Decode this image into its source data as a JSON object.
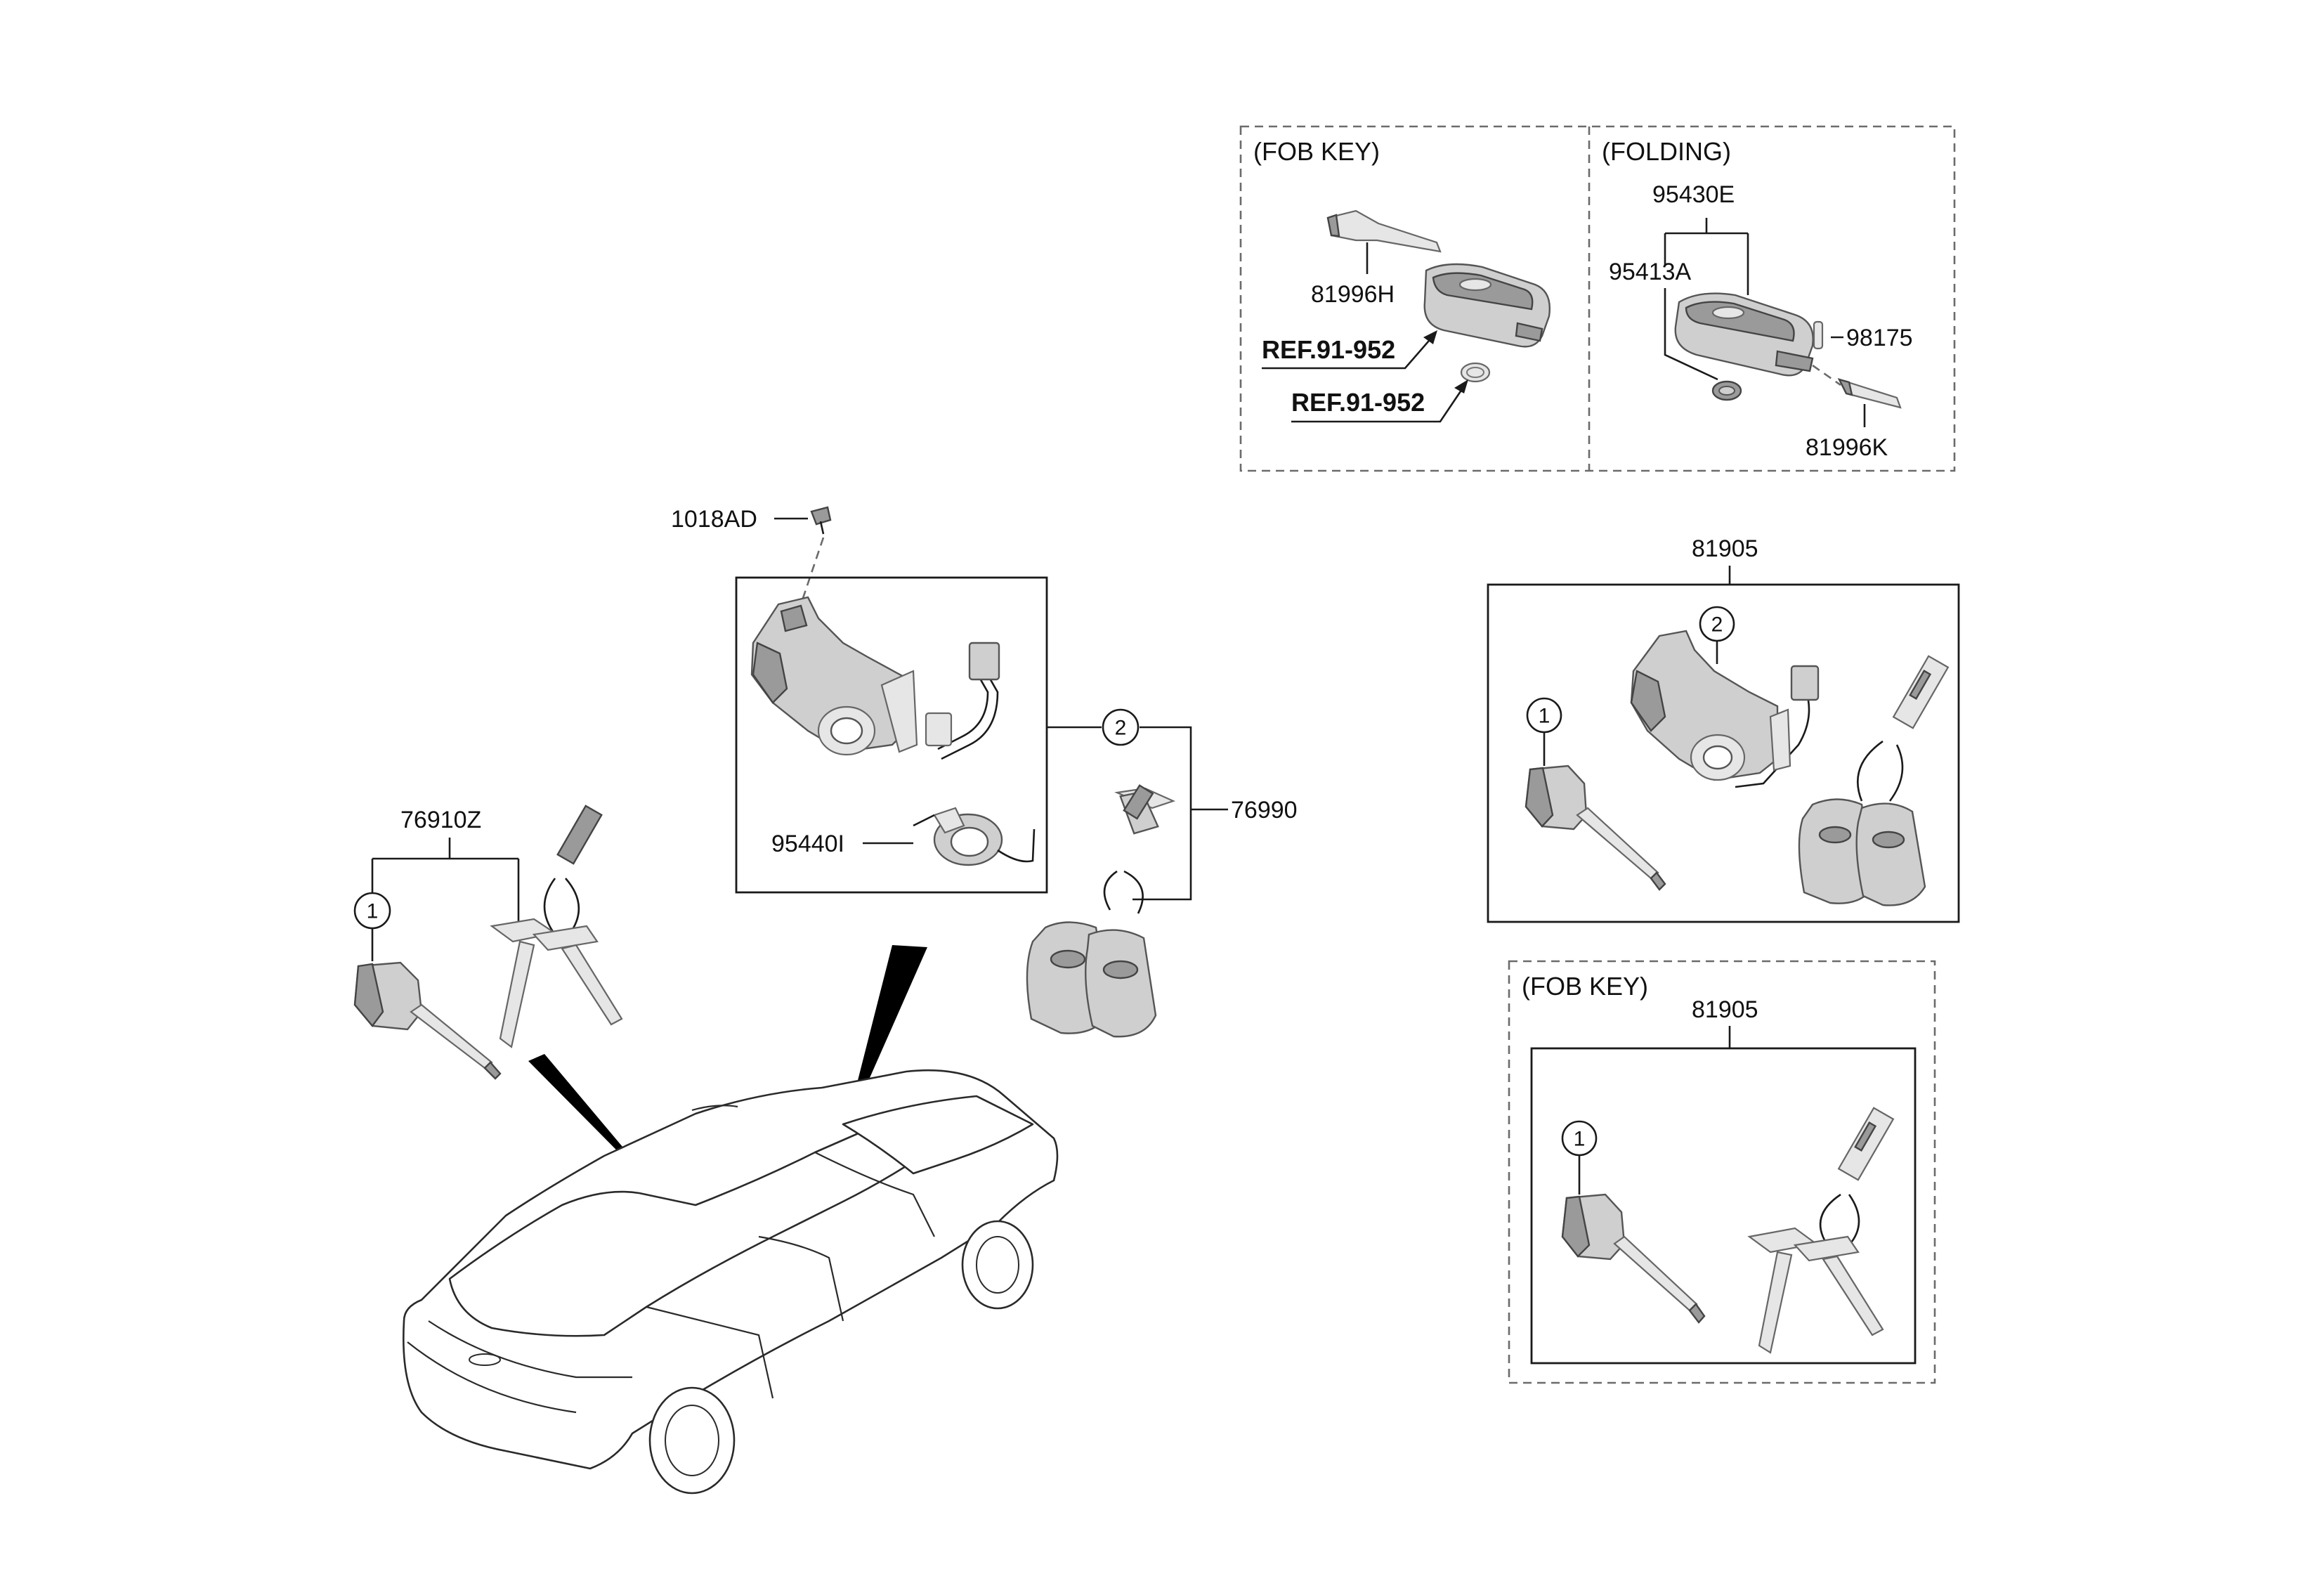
{
  "diagram": {
    "panels": {
      "fob_key_top": {
        "caption": "(FOB KEY)"
      },
      "folding": {
        "caption": "(FOLDING)"
      },
      "fob_key_bottom": {
        "caption": "(FOB KEY)"
      }
    },
    "labels": {
      "p81996H": "81996H",
      "ref1": "REF.91-952",
      "ref2": "REF.91-952",
      "p95430E": "95430E",
      "p95413A": "95413A",
      "p98175": "98175",
      "p81996K": "81996K",
      "p1018AD": "1018AD",
      "p95440I": "95440I",
      "p76990": "76990",
      "p76910Z": "76910Z",
      "p81905_top": "81905",
      "p81905_bottom": "81905"
    },
    "callouts": {
      "c1_left": "1",
      "c2_mid": "2",
      "c1_right": "1",
      "c2_right": "2",
      "c1_bottom": "1"
    }
  }
}
